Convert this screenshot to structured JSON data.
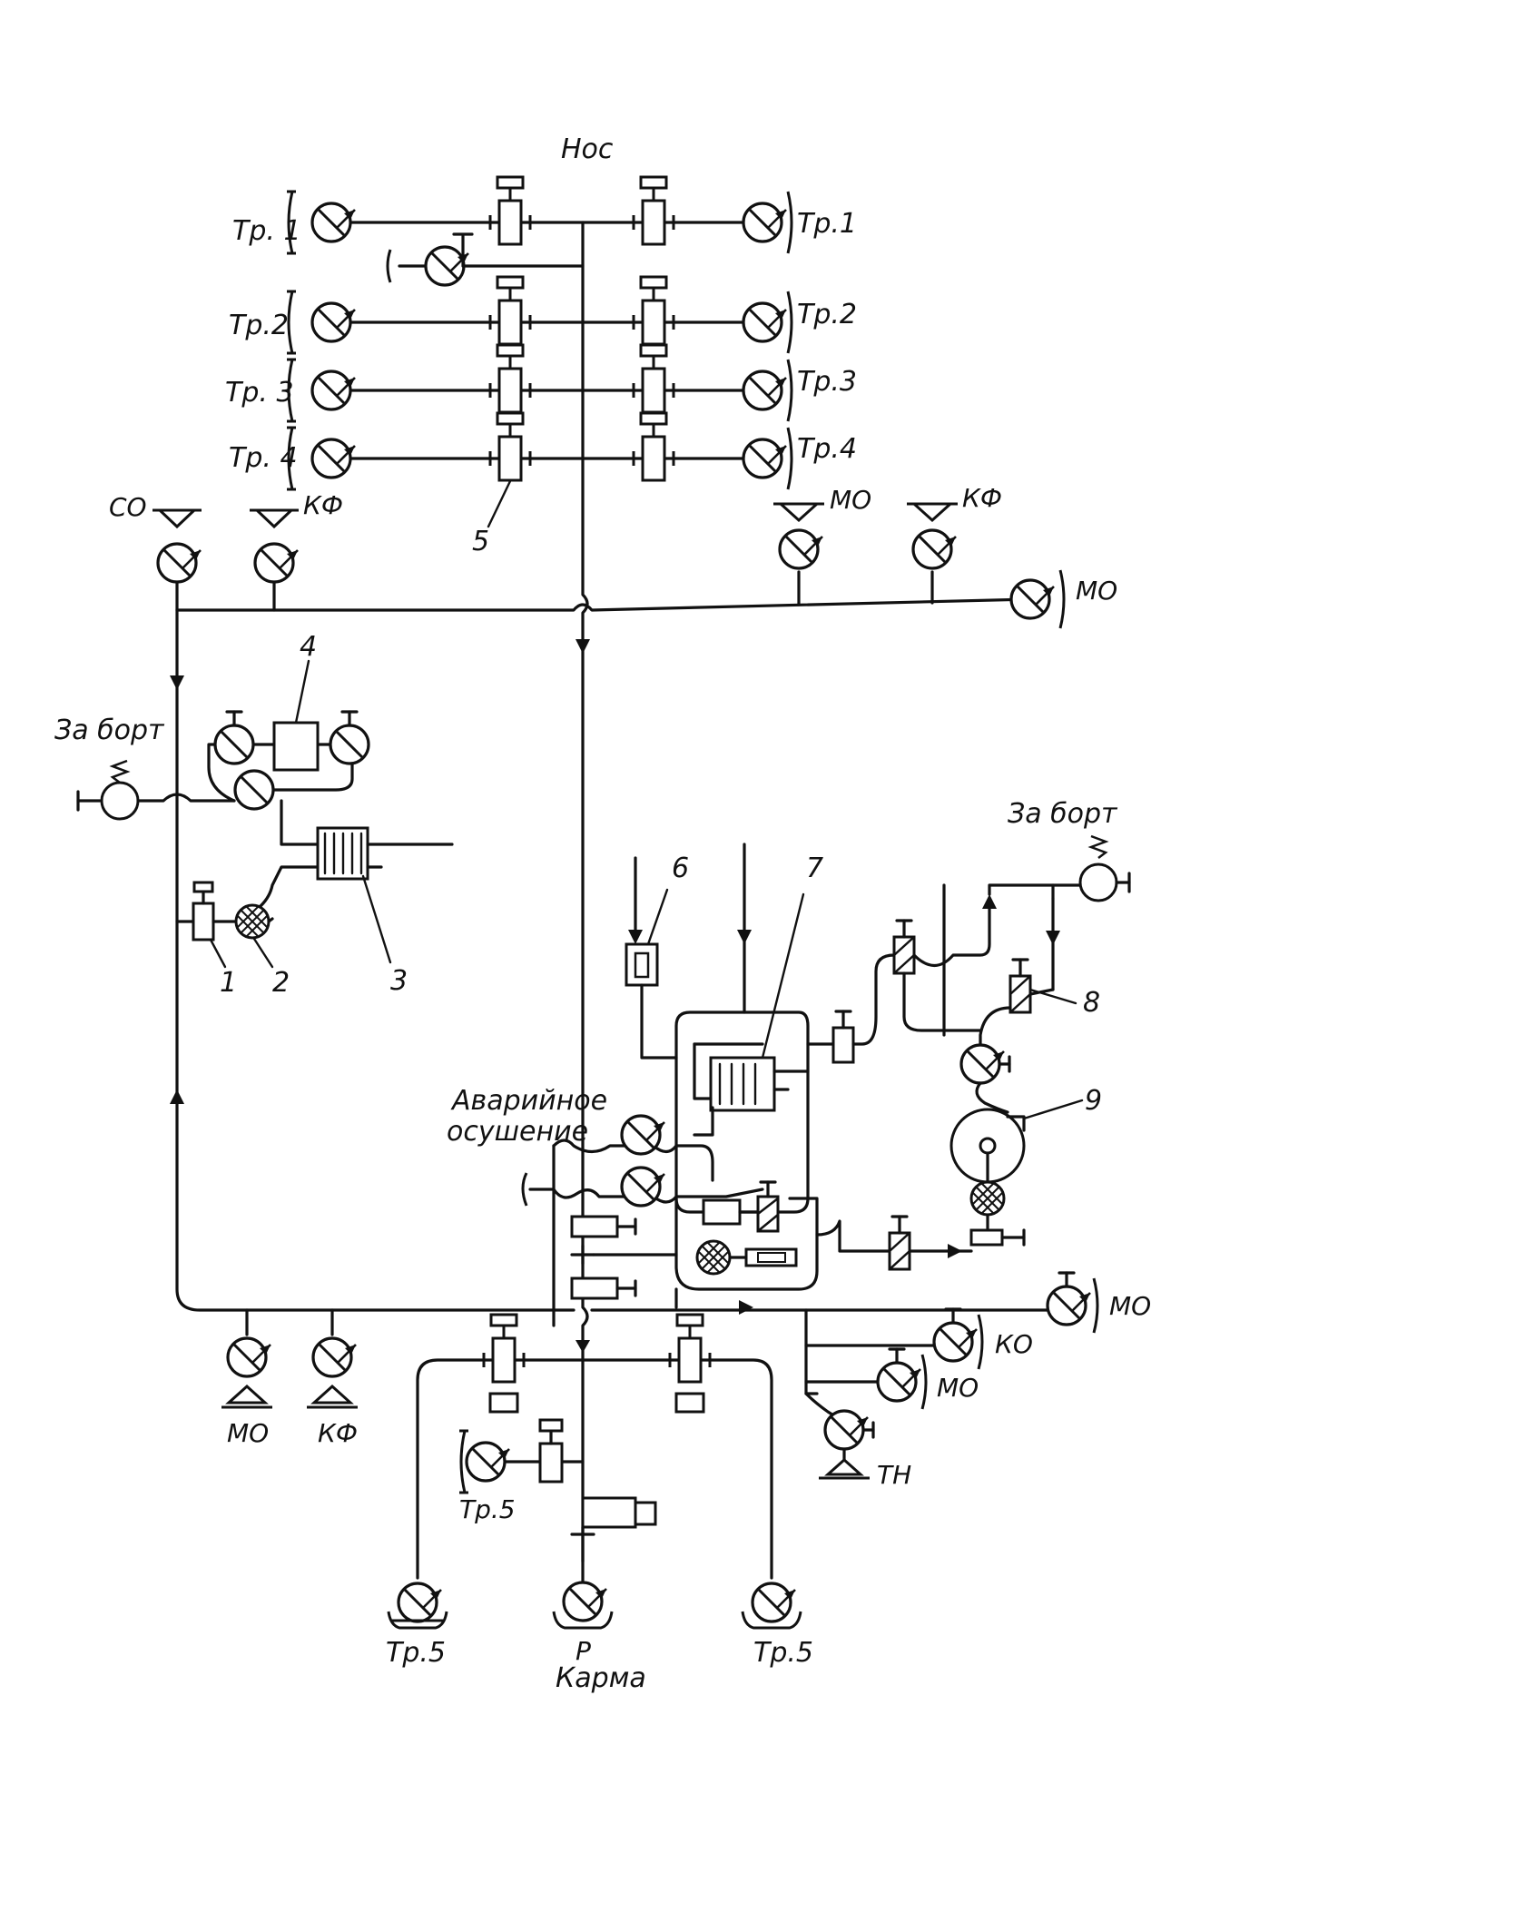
{
  "labels": {
    "nos": "Нос",
    "karma": "Карма",
    "za_bort": "За борт",
    "avariynoe_1": "Аварийное",
    "avariynoe_2": "осушение",
    "tr1": "Тр. 1",
    "tr1_r": "Тр.1",
    "tr2": "Тр.2",
    "tr3": "Тр. 3",
    "tr3_r": "Тр.3",
    "tr4": "Тр. 4",
    "tr4_r": "Тр.4",
    "tr5": "Тр.5",
    "so": "СО",
    "kf": "КФ",
    "mo": "МО",
    "ko": "КО",
    "tn": "ТН",
    "r": "Р"
  },
  "callouts": [
    "1",
    "2",
    "3",
    "4",
    "5",
    "6",
    "7",
    "8",
    "9"
  ]
}
